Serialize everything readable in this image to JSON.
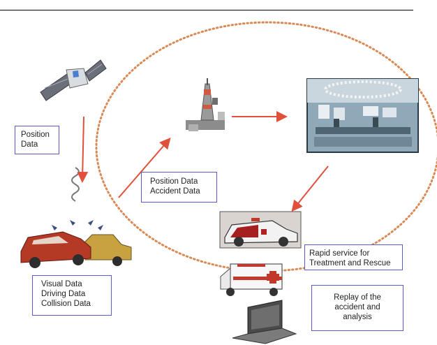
{
  "labels": {
    "position_data": [
      "Position",
      "Data"
    ],
    "position_accident": [
      "Position Data",
      "Accident Data"
    ],
    "visual_driving_collision": [
      "Visual Data",
      "Driving Data",
      "Collision Data"
    ],
    "rapid_service": [
      "Rapid service for",
      "Treatment and Rescue"
    ],
    "replay": [
      "Replay of the",
      "accident and",
      "analysis"
    ]
  },
  "colors": {
    "arrow": "#e0503a",
    "ellipse": "#d98a55",
    "label_border": "#5b5bd0"
  },
  "icons": [
    "satellite-icon",
    "radio-tower-icon",
    "control-room-icon",
    "car-crash-icon",
    "police-car-icon",
    "ambulance-icon",
    "laptop-icon"
  ]
}
